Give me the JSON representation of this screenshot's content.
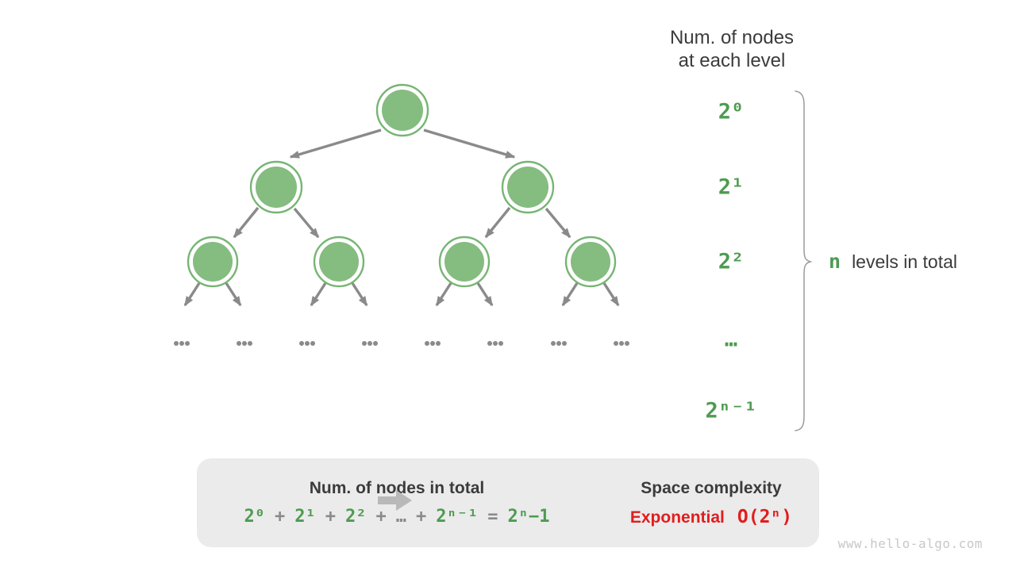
{
  "header": {
    "line1": "Num. of nodes",
    "line2": "at each level"
  },
  "tree": {
    "nodes_per_level": [
      1,
      2,
      4
    ],
    "ellipsis_groups": 8
  },
  "level_labels": [
    "2⁰",
    "2¹",
    "2²",
    "…",
    "2ⁿ⁻¹"
  ],
  "brace_label": {
    "n": "n",
    "rest": "levels in total"
  },
  "summary": {
    "left_title": "Num. of nodes in total",
    "formula_tokens": [
      {
        "text": "2⁰",
        "role": "green"
      },
      {
        "text": "+",
        "role": "gray"
      },
      {
        "text": "2¹",
        "role": "green"
      },
      {
        "text": "+",
        "role": "gray"
      },
      {
        "text": "2²",
        "role": "green"
      },
      {
        "text": "+",
        "role": "gray"
      },
      {
        "text": "…",
        "role": "gray"
      },
      {
        "text": "+",
        "role": "gray"
      },
      {
        "text": "2ⁿ⁻¹",
        "role": "green"
      },
      {
        "text": "=",
        "role": "gray"
      },
      {
        "text": "2ⁿ−1",
        "role": "green"
      }
    ],
    "right_title": "Space complexity",
    "complexity_name": "Exponential",
    "complexity_big_o": "O(2ⁿ)"
  },
  "watermark": "www.hello-algo.com",
  "colors": {
    "node_fill_green": "#85bc80",
    "node_ring_green": "#76b573",
    "text_green": "#4e9b51",
    "edge_gray": "#8a8a8a",
    "dark_text": "#3b3b3b",
    "complexity_red": "#e21d1d",
    "summary_box_bg": "#ebebeb",
    "brace_gray": "#9a9a9a",
    "watermark_gray": "#c8c8c8",
    "block_arrow_gray": "#b9b9b9"
  }
}
